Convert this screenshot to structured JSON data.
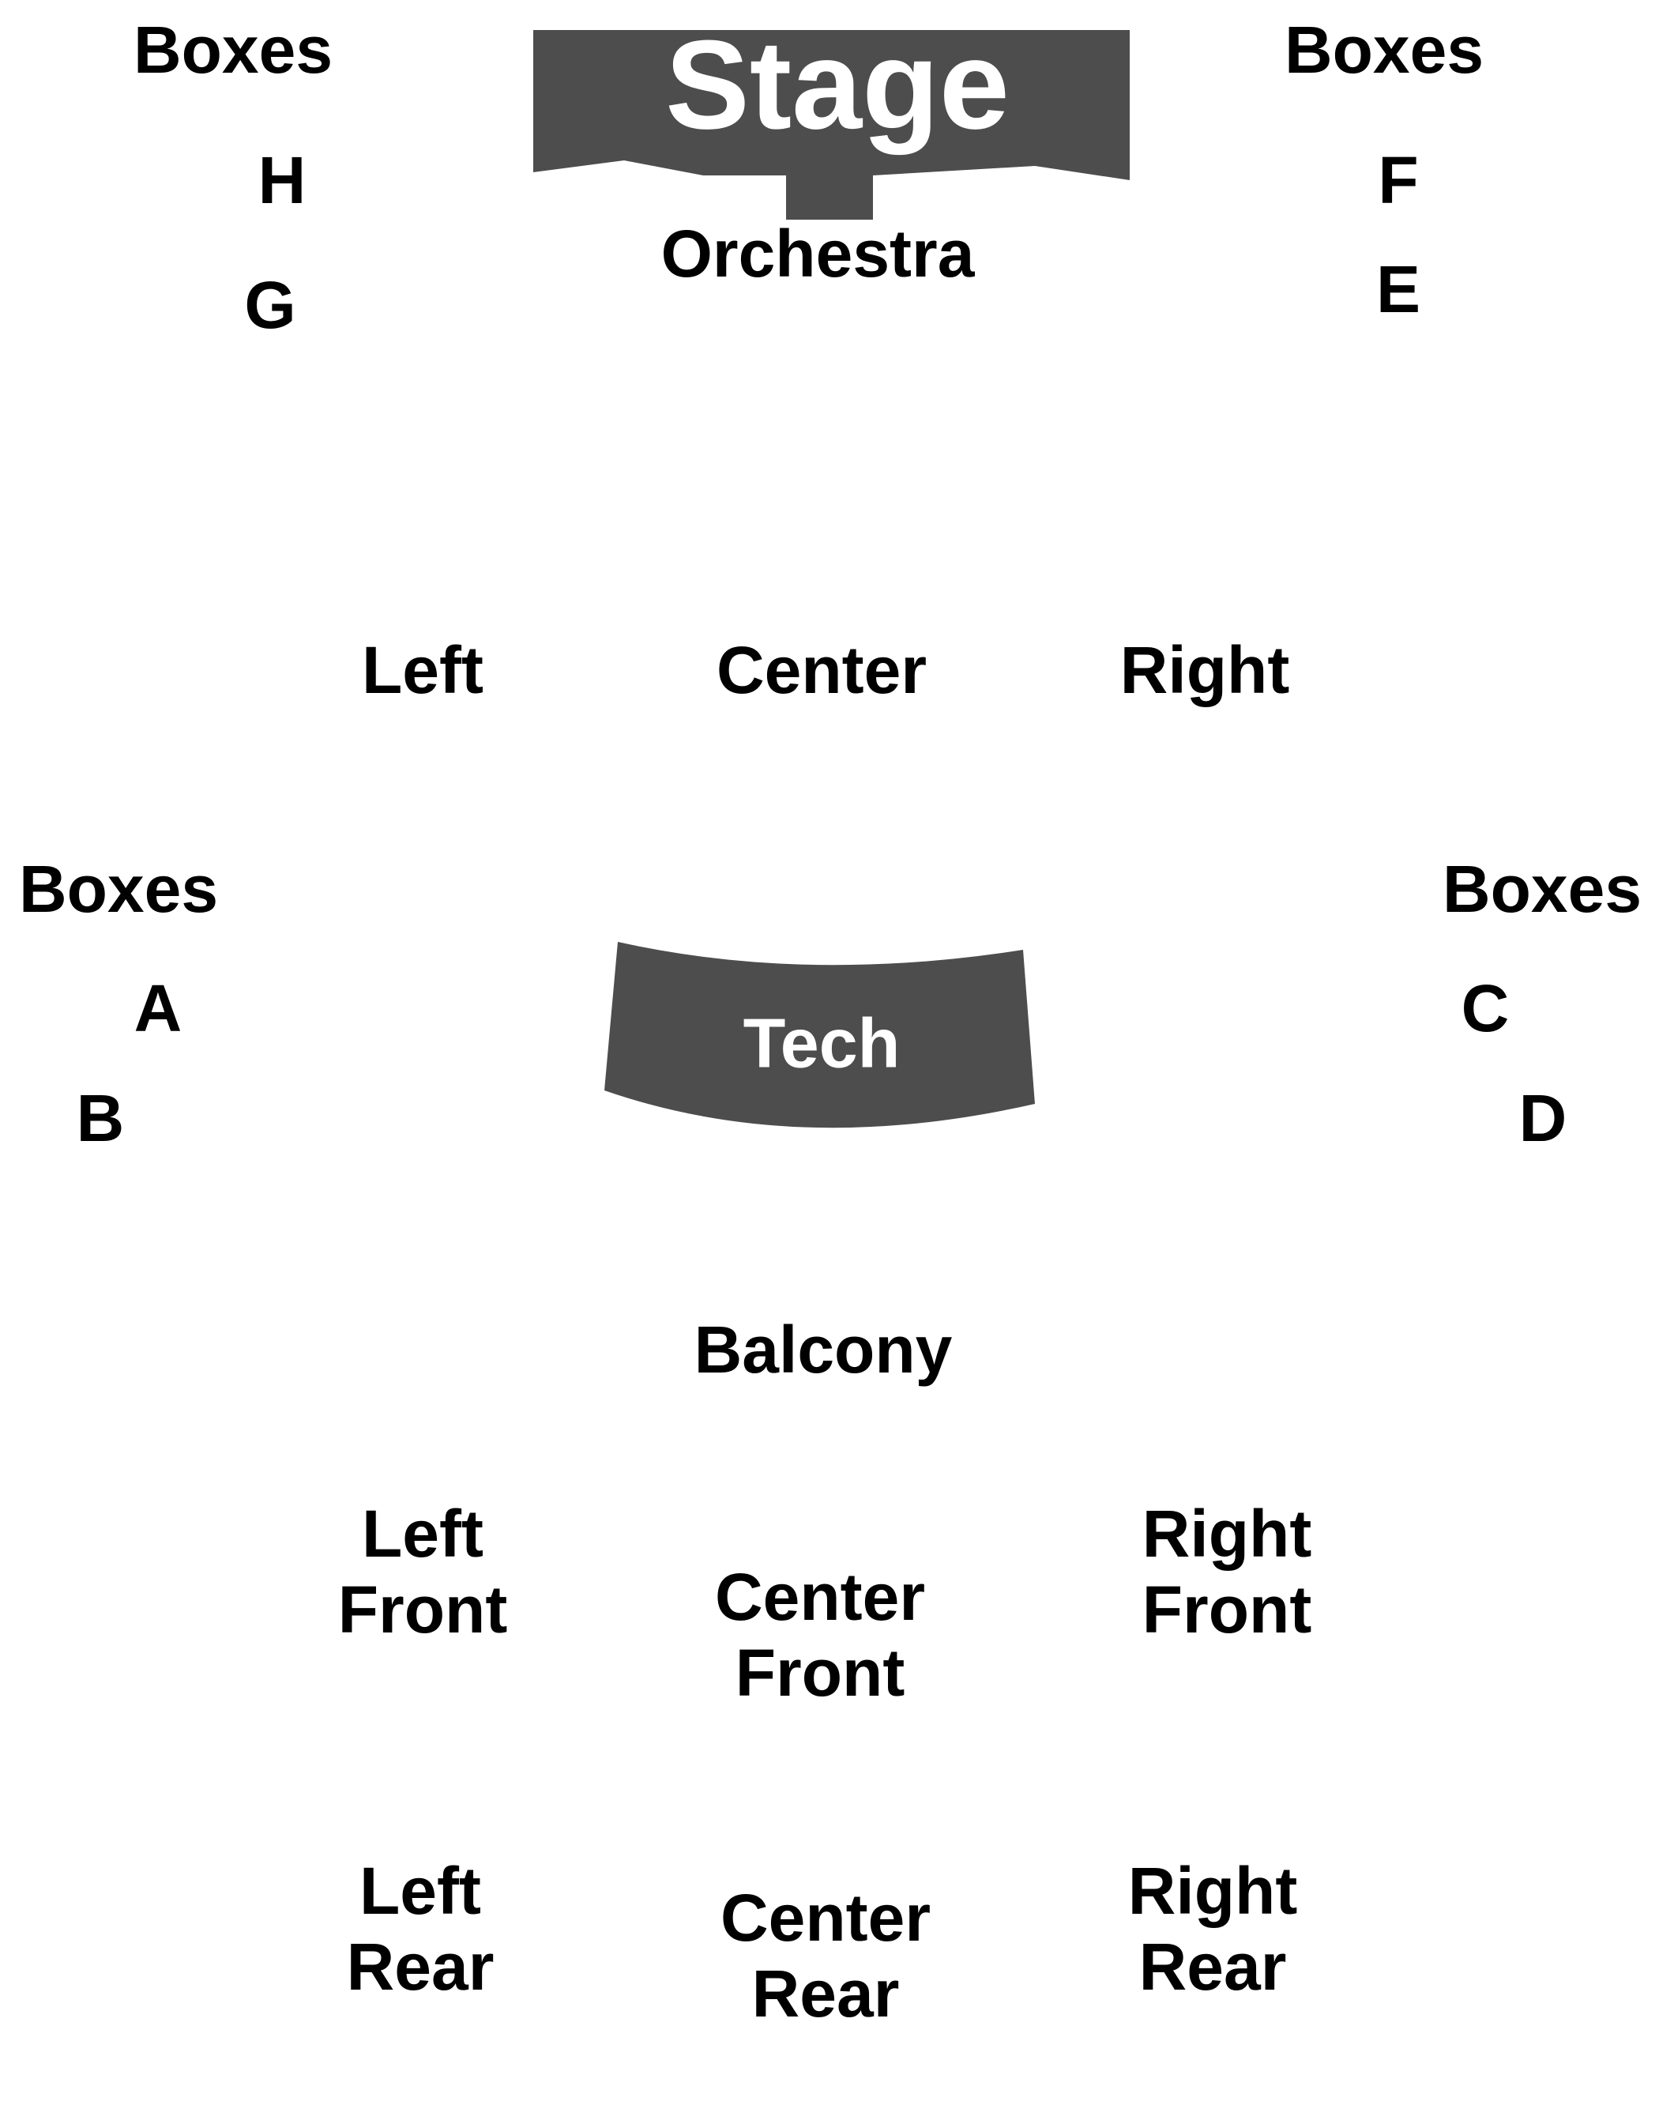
{
  "colors": {
    "shape_fill": "#4d4d4d",
    "label": "#000000",
    "shape_label": "#ffffff",
    "background": "#ffffff"
  },
  "stage": {
    "label": "Stage"
  },
  "tech": {
    "label": "Tech"
  },
  "orchestra": {
    "title": "Orchestra",
    "left": "Left",
    "center": "Center",
    "right": "Right"
  },
  "boxes": {
    "top_left": {
      "label": "Boxes",
      "sections": [
        "H",
        "G"
      ]
    },
    "top_right": {
      "label": "Boxes",
      "sections": [
        "F",
        "E"
      ]
    },
    "mid_left": {
      "label": "Boxes",
      "sections": [
        "A",
        "B"
      ]
    },
    "mid_right": {
      "label": "Boxes",
      "sections": [
        "C",
        "D"
      ]
    }
  },
  "balcony": {
    "title": "Balcony",
    "left_front": [
      "Left",
      "Front"
    ],
    "center_front": [
      "Center",
      "Front"
    ],
    "right_front": [
      "Right",
      "Front"
    ],
    "left_rear": [
      "Left",
      "Rear"
    ],
    "center_rear": [
      "Center",
      "Rear"
    ],
    "right_rear": [
      "Right",
      "Rear"
    ]
  }
}
